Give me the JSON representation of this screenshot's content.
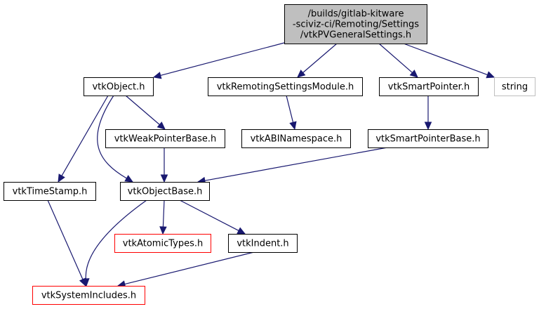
{
  "graph": {
    "nodes": [
      {
        "id": "root",
        "lines": [
          "/builds/gitlab-kitware",
          "-sciviz-ci/Remoting/Settings",
          "/vtkPVGeneralSettings.h"
        ],
        "style": "root"
      },
      {
        "id": "vtkObject",
        "lines": [
          "vtkObject.h"
        ],
        "style": "normal"
      },
      {
        "id": "vtkRemotingSettingsModule",
        "lines": [
          "vtkRemotingSettingsModule.h"
        ],
        "style": "normal"
      },
      {
        "id": "vtkSmartPointer",
        "lines": [
          "vtkSmartPointer.h"
        ],
        "style": "normal"
      },
      {
        "id": "string",
        "lines": [
          "string"
        ],
        "style": "gray"
      },
      {
        "id": "vtkWeakPointerBase",
        "lines": [
          "vtkWeakPointerBase.h"
        ],
        "style": "normal"
      },
      {
        "id": "vtkABINamespace",
        "lines": [
          "vtkABINamespace.h"
        ],
        "style": "normal"
      },
      {
        "id": "vtkSmartPointerBase",
        "lines": [
          "vtkSmartPointerBase.h"
        ],
        "style": "normal"
      },
      {
        "id": "vtkTimeStamp",
        "lines": [
          "vtkTimeStamp.h"
        ],
        "style": "normal"
      },
      {
        "id": "vtkObjectBase",
        "lines": [
          "vtkObjectBase.h"
        ],
        "style": "normal"
      },
      {
        "id": "vtkAtomicTypes",
        "lines": [
          "vtkAtomicTypes.h"
        ],
        "style": "red"
      },
      {
        "id": "vtkIndent",
        "lines": [
          "vtkIndent.h"
        ],
        "style": "normal"
      },
      {
        "id": "vtkSystemIncludes",
        "lines": [
          "vtkSystemIncludes.h"
        ],
        "style": "red"
      }
    ],
    "edges": [
      {
        "from": "root",
        "to": "vtkObject"
      },
      {
        "from": "root",
        "to": "vtkRemotingSettingsModule"
      },
      {
        "from": "root",
        "to": "vtkSmartPointer"
      },
      {
        "from": "root",
        "to": "string"
      },
      {
        "from": "vtkObject",
        "to": "vtkWeakPointerBase"
      },
      {
        "from": "vtkObject",
        "to": "vtkTimeStamp"
      },
      {
        "from": "vtkObject",
        "to": "vtkObjectBase"
      },
      {
        "from": "vtkRemotingSettingsModule",
        "to": "vtkABINamespace"
      },
      {
        "from": "vtkSmartPointer",
        "to": "vtkSmartPointerBase"
      },
      {
        "from": "vtkWeakPointerBase",
        "to": "vtkObjectBase"
      },
      {
        "from": "vtkSmartPointerBase",
        "to": "vtkObjectBase"
      },
      {
        "from": "vtkTimeStamp",
        "to": "vtkSystemIncludes"
      },
      {
        "from": "vtkObjectBase",
        "to": "vtkAtomicTypes"
      },
      {
        "from": "vtkObjectBase",
        "to": "vtkIndent"
      },
      {
        "from": "vtkObjectBase",
        "to": "vtkSystemIncludes"
      },
      {
        "from": "vtkIndent",
        "to": "vtkSystemIncludes"
      }
    ]
  }
}
